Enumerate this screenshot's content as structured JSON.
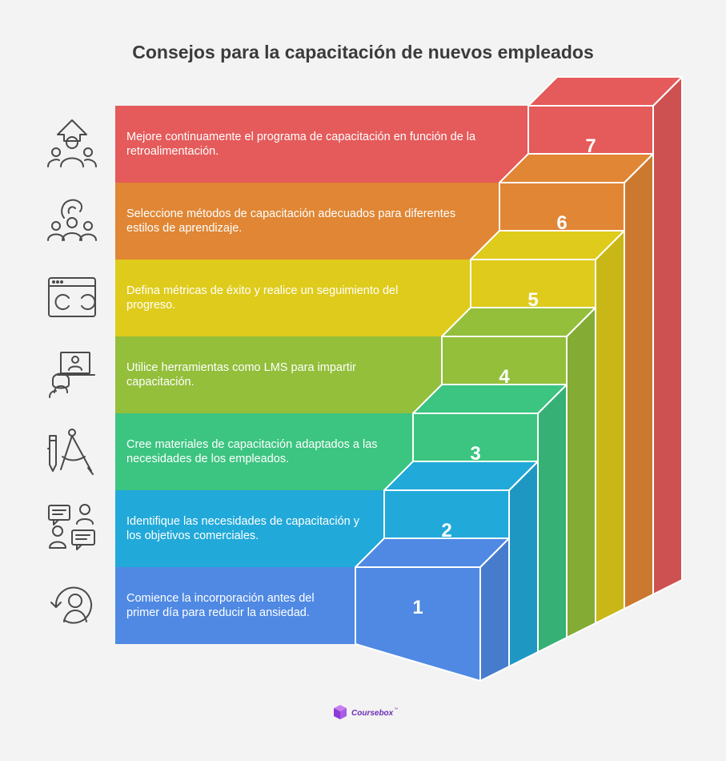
{
  "title": "Consejos para la capacitación de nuevos empleados",
  "steps": [
    {
      "number": "1",
      "text": "Comience la incorporación antes del primer día para reducir la ansiedad.",
      "color": "#4f89e3",
      "icon": "onboarding-person-icon"
    },
    {
      "number": "2",
      "text": "Identifique las necesidades de capacitación y los objetivos comerciales.",
      "color": "#21a9d9",
      "icon": "discussion-people-icon"
    },
    {
      "number": "3",
      "text": "Cree materiales de capacitación adaptados a las necesidades de los empleados.",
      "color": "#3cc481",
      "icon": "pencil-compass-icon"
    },
    {
      "number": "4",
      "text": "Utilice herramientas como LMS para impartir capacitación.",
      "color": "#93bf3b",
      "icon": "laptop-learner-icon"
    },
    {
      "number": "5",
      "text": "Defina métricas de éxito y realice un seguimiento del progreso.",
      "color": "#dfcb1b",
      "icon": "browser-metrics-icon"
    },
    {
      "number": "6",
      "text": "Seleccione métodos de capacitación adecuados para diferentes estilos de aprendizaje.",
      "color": "#e08634",
      "icon": "group-method-icon"
    },
    {
      "number": "7",
      "text": "Mejore continuamente el programa de capacitación en función de la retroalimentación.",
      "color": "#e55a5a",
      "icon": "group-improve-icon"
    }
  ],
  "brand": {
    "name": "Coursebox",
    "tm": "™",
    "color": "#8e3ad9"
  }
}
